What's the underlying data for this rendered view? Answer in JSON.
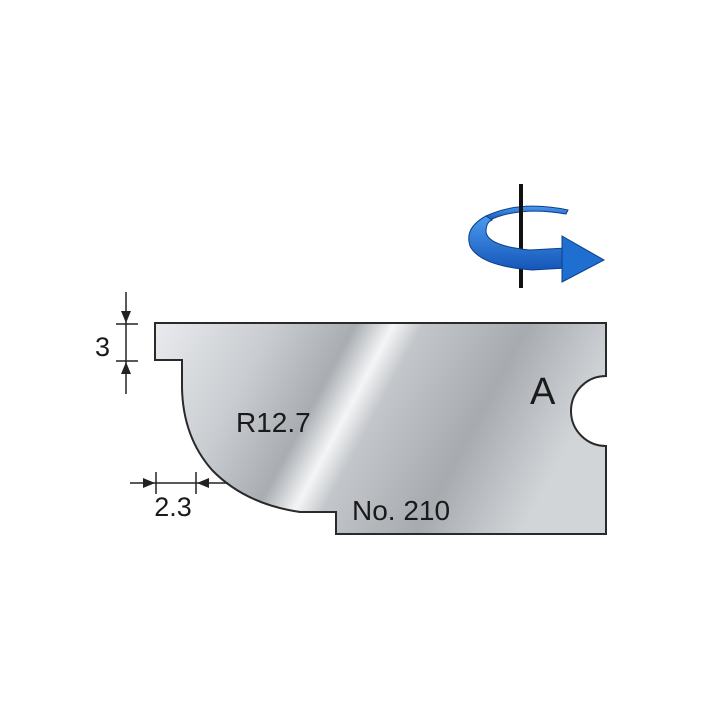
{
  "diagram": {
    "radius_label": "R12.7",
    "model_label": "No. 210",
    "side_label": "A",
    "dimensions": {
      "height_label": "3",
      "width_label": "2.3"
    },
    "rotation_arrow_color": "#1f6fd1",
    "icons": [
      "rotation-arrow-icon"
    ]
  }
}
